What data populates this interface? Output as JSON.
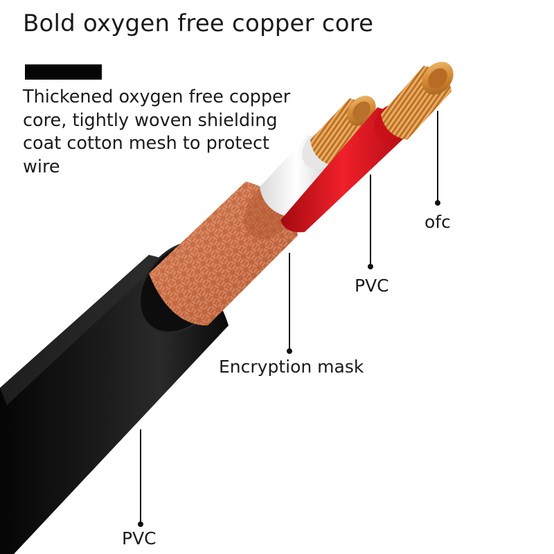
{
  "title": "Bold oxygen free copper core",
  "description": {
    "lines": [
      "Thickened oxygen free copper",
      "core, tightly woven shielding",
      "coat cotton mesh to protect",
      "wire"
    ]
  },
  "labels": {
    "ofc": "ofc",
    "inner_pvc": "PVC",
    "encryption_mask": "Encryption mask",
    "outer_pvc": "PVC"
  },
  "colors": {
    "outer_jacket": "#121212",
    "braid_copper": "#c9714a",
    "red_insulation": "#e3121a",
    "white_insulation": "#f4f4f4",
    "copper_strands": "#d8913c",
    "title_bar": "#050505"
  }
}
